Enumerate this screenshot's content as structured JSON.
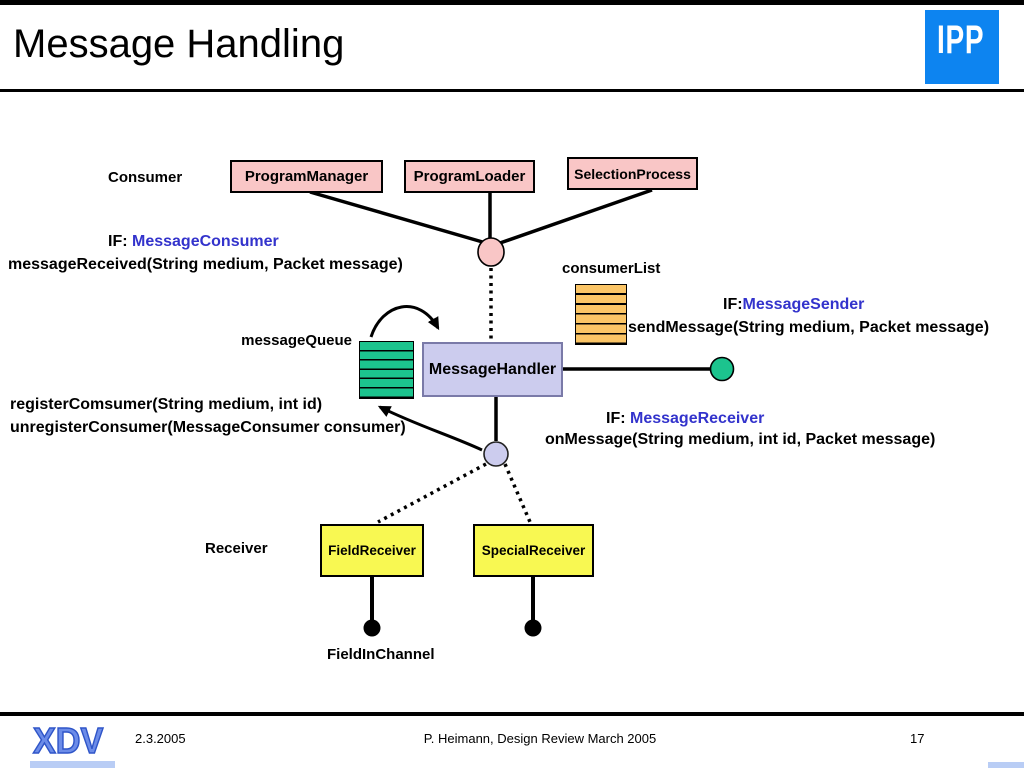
{
  "slide": {
    "title": "Message Handling",
    "top_right_logo": "IPP",
    "footer": {
      "bottom_left_logo": "XDV",
      "date": "2.3.2005",
      "credit": "P. Heimann, Design Review March 2005",
      "page_number": "17"
    }
  },
  "diagram": {
    "labels": {
      "consumer": "Consumer",
      "receiver": "Receiver",
      "message_queue": "messageQueue",
      "consumer_list": "consumerList",
      "field_in_channel": "FieldInChannel"
    },
    "nodes": {
      "program_manager": "ProgramManager",
      "program_loader": "ProgramLoader",
      "selection_process": "SelectionProcess",
      "message_handler": "MessageHandler",
      "field_receiver": "FieldReceiver",
      "special_receiver": "SpecialReceiver"
    },
    "interfaces": {
      "consumer": {
        "prefix": "IF: ",
        "name": "MessageConsumer",
        "method": "messageReceived(String medium, Packet message)"
      },
      "sender": {
        "prefix": "IF:",
        "name": "MessageSender",
        "method": "sendMessage(String medium, Packet message)"
      },
      "receiver": {
        "prefix": "IF: ",
        "name": "MessageReceiver",
        "method": "onMessage(String medium, int id, Packet message)"
      },
      "registry": {
        "register": "registerComsumer(String medium, int id)",
        "unregister": "unregisterConsumer(MessageConsumer consumer)"
      }
    },
    "colors": {
      "pink": "#f9c6c6",
      "lavender": "#ccccee",
      "green": "#1cc48e",
      "orange": "#fbc566",
      "yellow": "#f8f852",
      "interface_text_blue": "#3333cc",
      "ipp_logo_blue": "#0d84f0",
      "xdv_logo_blue": "#6c8ce8"
    }
  }
}
